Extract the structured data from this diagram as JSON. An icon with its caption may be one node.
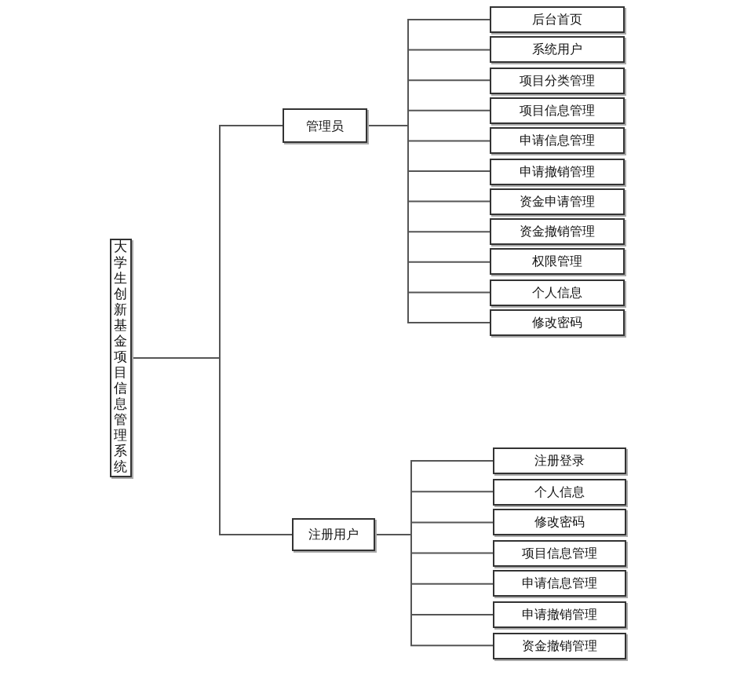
{
  "diagram": {
    "nodes": [
      {
        "text": [
          "大学生创新基金项目信息管理系统"
        ]
      },
      {
        "text": [
          "管理员"
        ]
      },
      {
        "text": [
          "后台首页"
        ]
      },
      {
        "text": [
          "系统用户"
        ]
      },
      {
        "text": [
          "项目分类管理"
        ]
      },
      {
        "text": [
          "项目信息管理"
        ]
      },
      {
        "text": [
          "申请信息管理"
        ]
      },
      {
        "text": [
          "申请撤销管理"
        ]
      },
      {
        "text": [
          "资金申请管理"
        ]
      },
      {
        "text": [
          "资金撤销管理"
        ]
      },
      {
        "text": [
          "权限管理"
        ]
      },
      {
        "text": [
          "个人信息"
        ]
      },
      {
        "text": [
          "修改密码"
        ]
      },
      {
        "text": [
          "注册用户"
        ]
      },
      {
        "text": [
          "注册登录"
        ]
      },
      {
        "text": [
          "个人信息"
        ]
      },
      {
        "text": [
          "修改密码"
        ]
      },
      {
        "text": [
          "项目信息管理"
        ]
      },
      {
        "text": [
          "申请信息管理"
        ]
      },
      {
        "text": [
          "申请撤销管理"
        ]
      },
      {
        "text": [
          "资金撤销管理"
        ]
      }
    ],
    "edges": [
      {
        "from": 0,
        "to": 1,
        "arrow": "none"
      },
      {
        "from": 0,
        "to": 13,
        "arrow": "none"
      },
      {
        "from": 1,
        "to": 2,
        "arrow": "none"
      },
      {
        "from": 1,
        "to": 3,
        "arrow": "none"
      },
      {
        "from": 1,
        "to": 4,
        "arrow": "none"
      },
      {
        "from": 1,
        "to": 5,
        "arrow": "none"
      },
      {
        "from": 1,
        "to": 6,
        "arrow": "none"
      },
      {
        "from": 1,
        "to": 7,
        "arrow": "none"
      },
      {
        "from": 1,
        "to": 8,
        "arrow": "none"
      },
      {
        "from": 1,
        "to": 9,
        "arrow": "none"
      },
      {
        "from": 1,
        "to": 10,
        "arrow": "none"
      },
      {
        "from": 1,
        "to": 11,
        "arrow": "none"
      },
      {
        "from": 1,
        "to": 12,
        "arrow": "none"
      },
      {
        "from": 13,
        "to": 14,
        "arrow": "none"
      },
      {
        "from": 13,
        "to": 15,
        "arrow": "none"
      },
      {
        "from": 13,
        "to": 16,
        "arrow": "none"
      },
      {
        "from": 13,
        "to": 17,
        "arrow": "none"
      },
      {
        "from": 13,
        "to": 18,
        "arrow": "none"
      },
      {
        "from": 13,
        "to": 19,
        "arrow": "none"
      },
      {
        "from": 13,
        "to": 20,
        "arrow": "none"
      }
    ]
  }
}
